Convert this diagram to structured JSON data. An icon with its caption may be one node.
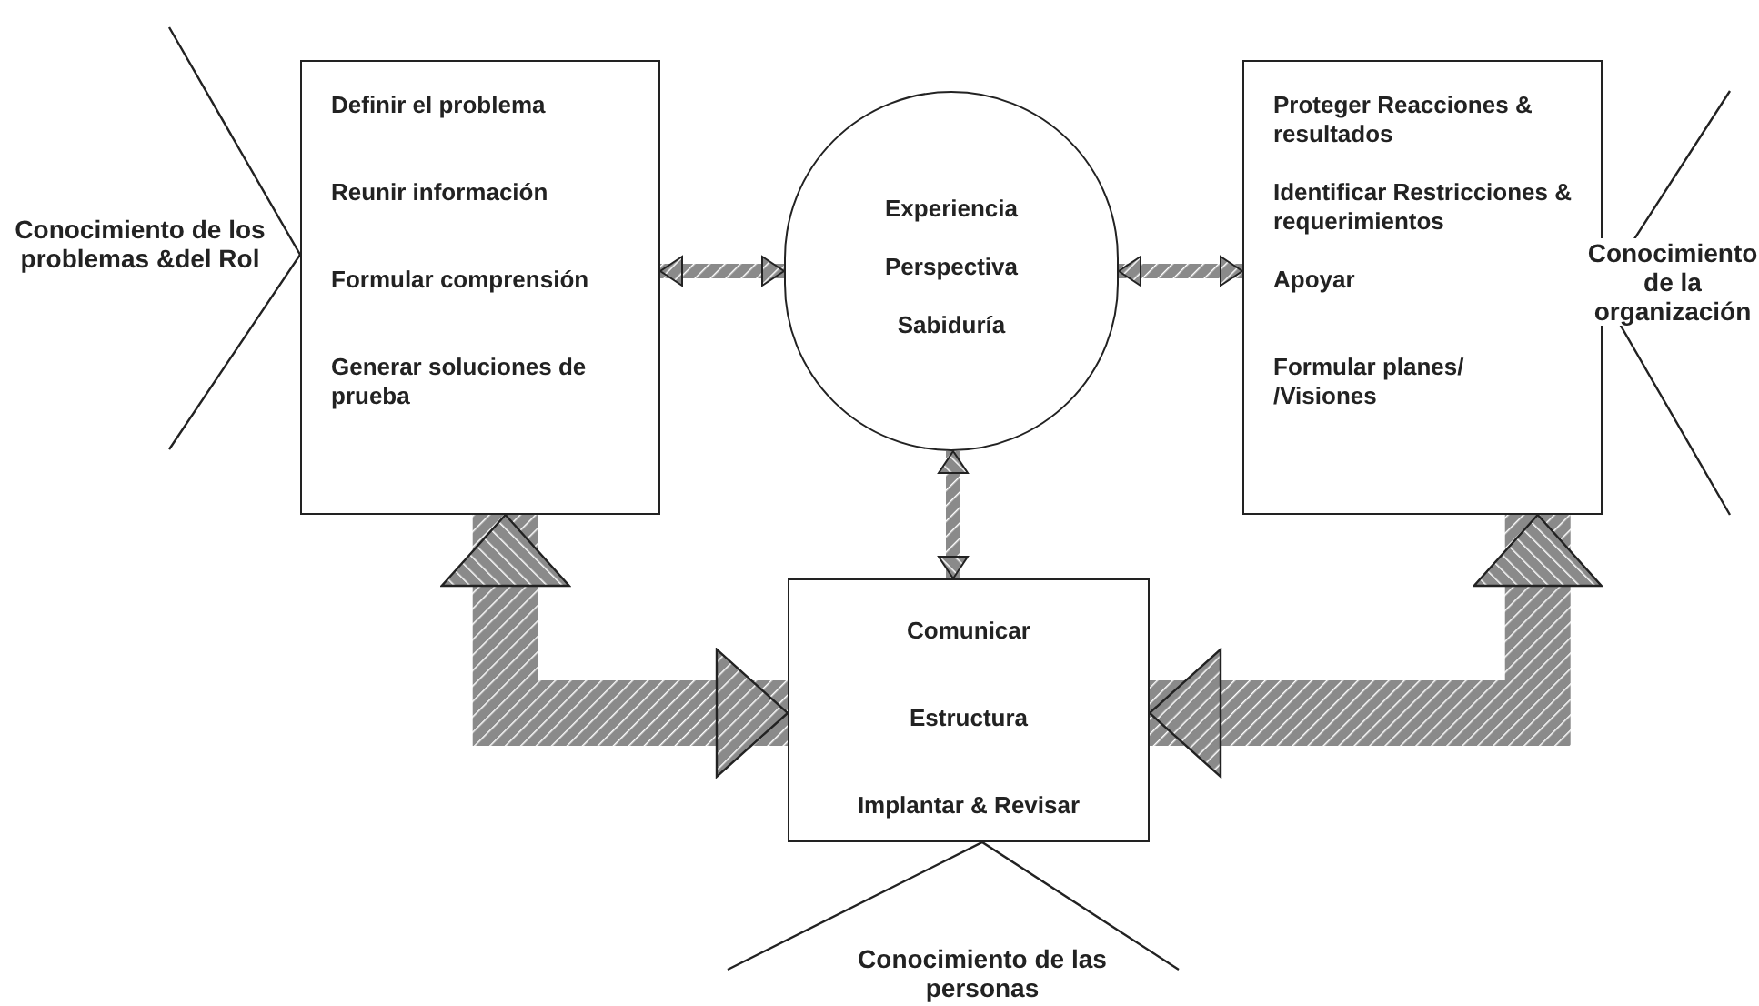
{
  "diagram": {
    "nodes": [
      {
        "text": [
          "Definir el problema",
          "Reunir información",
          "Formular comprensión",
          "Generar soluciones de prueba"
        ]
      },
      {
        "text": [
          "Experiencia",
          "Perspectiva",
          "Sabiduría"
        ]
      },
      {
        "text": [
          "Proteger Reacciones & resultados",
          "Identificar Restricciones & requerimientos",
          "Apoyar",
          "Formular planes/ /Visiones"
        ]
      },
      {
        "text": [
          "Comunicar",
          "Estructura",
          "Implantar & Revisar"
        ]
      }
    ],
    "edges": [
      {
        "from": 0,
        "to": 1,
        "arrow": "both"
      },
      {
        "from": 1,
        "to": 2,
        "arrow": "both"
      },
      {
        "from": 1,
        "to": 3,
        "arrow": "both"
      },
      {
        "from": 0,
        "to": 3,
        "arrow": "both",
        "style": "thick"
      },
      {
        "from": 3,
        "to": 2,
        "arrow": "both",
        "style": "thick"
      }
    ],
    "labels": [
      "Conocimiento de los problemas &del Rol",
      "Conocimiento de la organización",
      "Conocimiento de las personas"
    ]
  }
}
